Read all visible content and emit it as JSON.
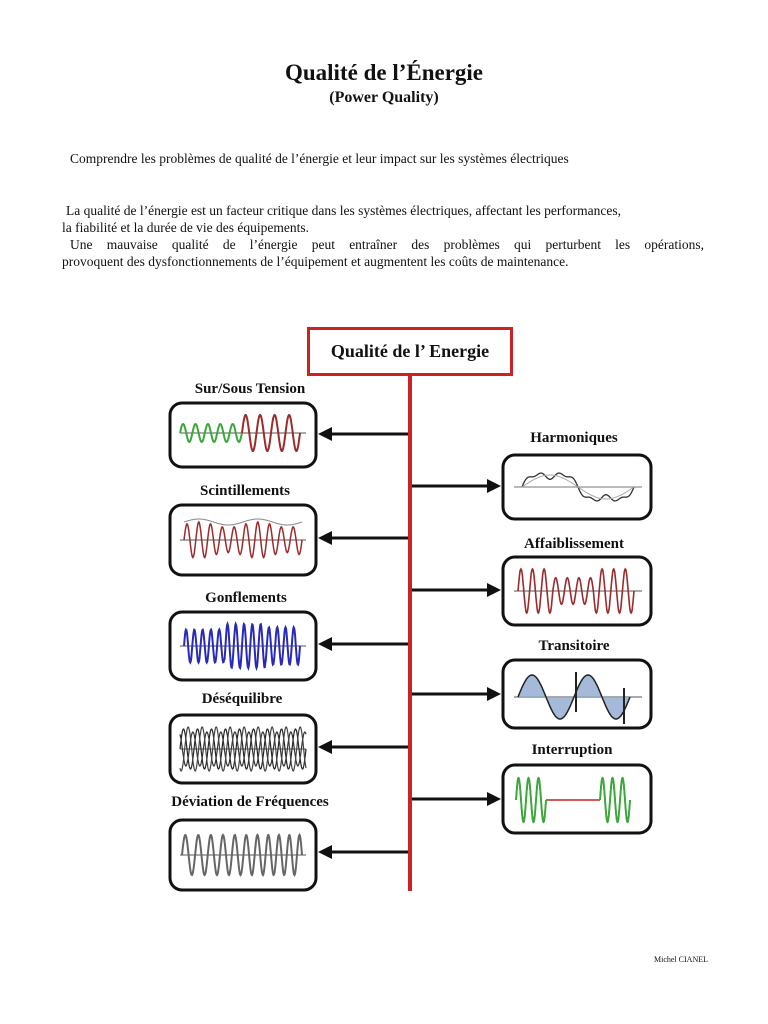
{
  "header": {
    "title": "Qualité de l’Énergie",
    "subtitle": "(Power Quality)"
  },
  "intro": "Comprendre les problèmes de qualité de l’énergie et leur impact sur les systèmes électriques",
  "paragraphs": {
    "p1_line1": "La qualité de l’énergie est un facteur critique dans les systèmes électriques, affectant les performances,",
    "p1_line2": "la fiabilité et la durée de vie des équipements.",
    "p2_line1": "Une mauvaise qualité de l’énergie peut entraîner des problèmes qui perturbent les opérations,",
    "p2_line2": "provoquent des dysfonctionnements de l’équipement et augmentent les coûts de maintenance."
  },
  "diagram": {
    "root": "Qualité de l’ Energie",
    "left": [
      {
        "label": "Sur/Sous Tension"
      },
      {
        "label": "Scintillements"
      },
      {
        "label": "Gonflements"
      },
      {
        "label": "Déséquilibre"
      },
      {
        "label": "Déviation de Fréquences"
      }
    ],
    "right": [
      {
        "label": "Harmoniques"
      },
      {
        "label": "Affaiblissement"
      },
      {
        "label": "Transitoire"
      },
      {
        "label": "Interruption"
      }
    ],
    "colors": {
      "trunk": "#cc2222",
      "arrow": "#111111",
      "green": "#3aa83a",
      "dark_red": "#9c2b2b",
      "blue": "#2a2ab8",
      "gray": "#666666",
      "light_blue": "#8fa9d0"
    }
  },
  "footer": "Michel CIANEL"
}
